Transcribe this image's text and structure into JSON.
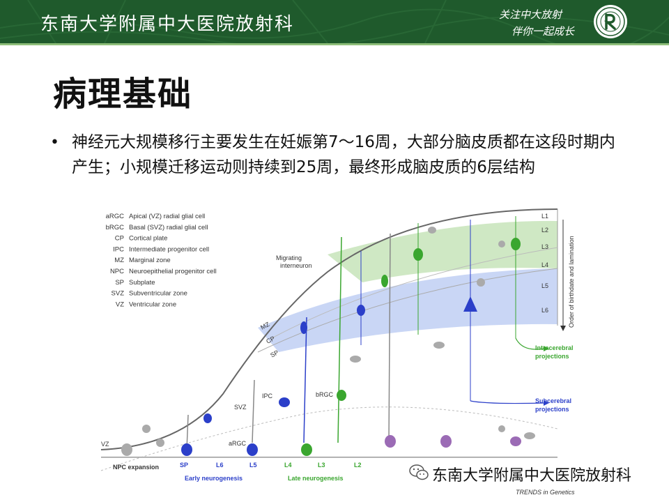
{
  "header": {
    "title": "东南大学附属中大医院放射科",
    "slogan_line1": "关注中大放射",
    "slogan_line2": "伴你一起成长"
  },
  "slide": {
    "title": "病理基础",
    "bullet": "神经元大规模移行主要发生在妊娠第7～16周，大部分脑皮质都在这段时期内产生；小规模迁移运动则持续到25周，最终形成脑皮质的6层结构"
  },
  "figure": {
    "legend": [
      {
        "abbr": "aRGC",
        "desc": "Apical (VZ) radial glial cell"
      },
      {
        "abbr": "bRGC",
        "desc": "Basal (SVZ) radial glial cell"
      },
      {
        "abbr": "CP",
        "desc": "Cortical plate"
      },
      {
        "abbr": "IPC",
        "desc": "Intermediate progenitor cell"
      },
      {
        "abbr": "MZ",
        "desc": "Marginal zone"
      },
      {
        "abbr": "NPC",
        "desc": "Neuroepithelial progenitor cell"
      },
      {
        "abbr": "SP",
        "desc": "Subplate"
      },
      {
        "abbr": "SVZ",
        "desc": "Subventricular zone"
      },
      {
        "abbr": "VZ",
        "desc": "Ventricular zone"
      }
    ],
    "layers": [
      "L1",
      "L2",
      "L3",
      "L4",
      "L5",
      "L6"
    ],
    "axis_label": "Order of birthdate and lamination",
    "migrating_label": "Migrating\ninterneuron",
    "zones": {
      "mz": "MZ",
      "cp": "CP",
      "sp": "SP",
      "svz": "SVZ",
      "vz": "VZ"
    },
    "cells": {
      "ipc": "IPC",
      "brgc": "bRGC",
      "argc": "aRGC"
    },
    "projections": {
      "intra": "Intracerebral\nprojections",
      "sub": "Subcerebral\nprojections"
    },
    "bottom": {
      "npc": "NPC expansion",
      "seq": [
        "SP",
        "L6",
        "L5",
        "L4",
        "L3",
        "L2"
      ],
      "early": "Early neurogenesis",
      "late": "Late neurogenesis"
    },
    "credit": "TRENDS in Genetics"
  },
  "watermark": "东南大学附属中大医院放射科",
  "colors": {
    "header": "#1f5a2c",
    "blue": "#2b3fc9",
    "green": "#3aa62f",
    "violet": "#9b6bb5"
  }
}
